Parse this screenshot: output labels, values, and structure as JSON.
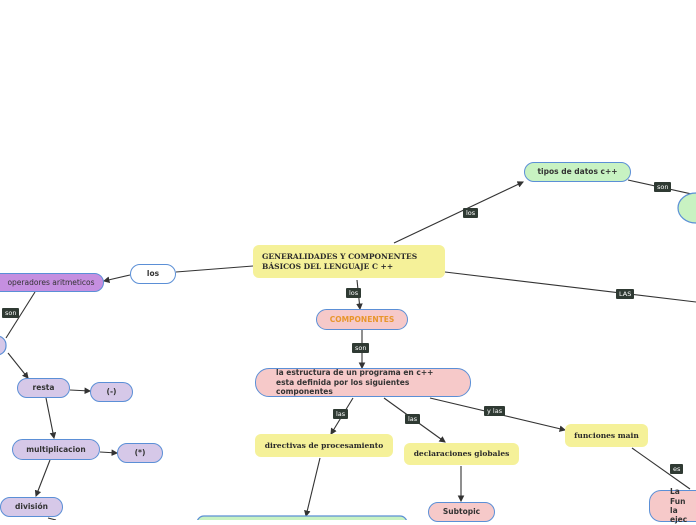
{
  "nodes": {
    "root": "GENERALIDADES Y COMPONENTES BÁSICOS DEL LENGUAJE C ++",
    "tipos_datos": "tipos de datos c++",
    "componentes": "COMPONENTES",
    "estructura": "la estructura de un programa en c++ esta definida por los siguientes componentes",
    "directivas": "directivas de procesamiento",
    "declaraciones": "declaraciones globales",
    "funciones_main": "funciones main",
    "subtopic": "Subtopic",
    "funcion_main_partial": "La Fun la ejec",
    "los_node": "los",
    "operadores": "operadores aritmeticos",
    "resta": "resta",
    "resta_sym": "(-)",
    "multiplicacion": "multiplicacion",
    "mult_sym": "(*)",
    "division": "división"
  },
  "labels": {
    "los_tipos": "los",
    "son_tipos": "son",
    "las_right": "LAS",
    "los_comp": "los",
    "son_comp": "son",
    "las_dir": "las",
    "las_decl": "las",
    "ylas": "y las",
    "es": "es",
    "son_ops": "son"
  },
  "colors": {
    "yellow": "#f5f199",
    "pink": "#f6c9c9",
    "green": "#c8f2c2",
    "purple": "#c58fe0",
    "lavender": "#d6c8e8",
    "border_blue": "#5b8fd6",
    "label_bg": "#2f3a33",
    "line": "#333333",
    "orange_text": "#e8962b"
  }
}
